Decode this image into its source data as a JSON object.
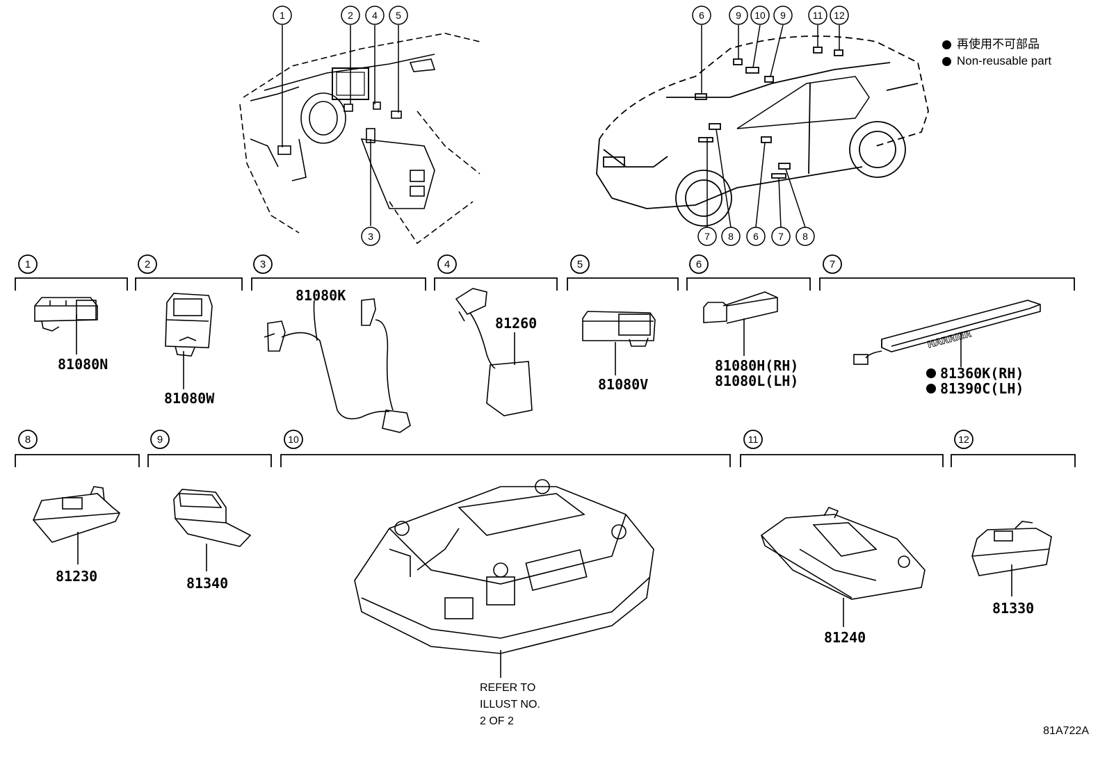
{
  "legend": {
    "line1": "再使用不可部品",
    "line2": "Non-reusable part"
  },
  "overview": {
    "interior_callouts": [
      "1",
      "2",
      "4",
      "5",
      "3"
    ],
    "exterior_callouts_top": [
      "6",
      "9",
      "10",
      "9",
      "11",
      "12"
    ],
    "exterior_callouts_bottom": [
      "7",
      "8",
      "6",
      "7",
      "8"
    ]
  },
  "sections": [
    {
      "num": "1",
      "parts": [
        "81080N"
      ]
    },
    {
      "num": "2",
      "parts": [
        "81080W"
      ]
    },
    {
      "num": "3",
      "parts": [
        "81080K"
      ]
    },
    {
      "num": "4",
      "parts": [
        "81260"
      ]
    },
    {
      "num": "5",
      "parts": [
        "81080V"
      ]
    },
    {
      "num": "6",
      "parts": [
        "81080H(RH)",
        "81080L(LH)"
      ]
    },
    {
      "num": "7",
      "parts": [
        "81360K(RH)",
        "81390C(LH)"
      ],
      "badge_text": "HARRIER"
    },
    {
      "num": "8",
      "parts": [
        "81230"
      ]
    },
    {
      "num": "9",
      "parts": [
        "81340"
      ]
    },
    {
      "num": "10",
      "parts": []
    },
    {
      "num": "11",
      "parts": [
        "81240"
      ]
    },
    {
      "num": "12",
      "parts": [
        "81330"
      ]
    }
  ],
  "refer_note": [
    "REFER TO",
    "ILLUST NO.",
    "2 OF 2"
  ],
  "illustration_code": "81A722A"
}
